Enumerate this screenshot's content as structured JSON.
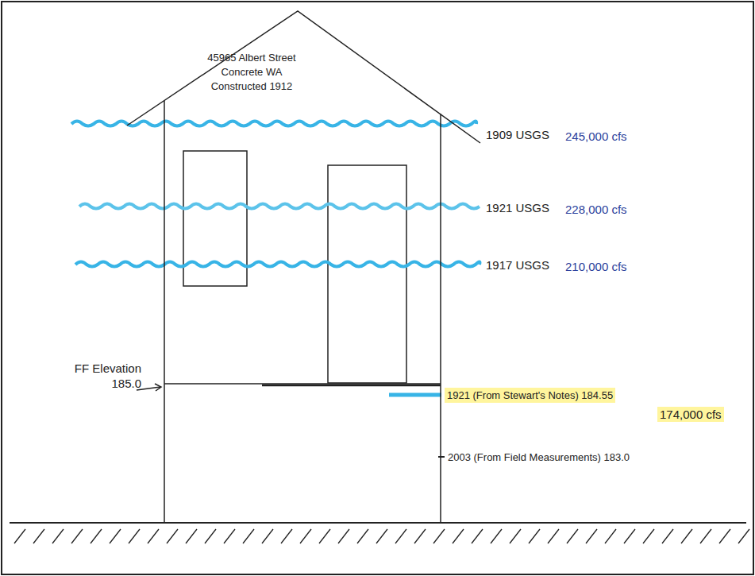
{
  "diagram": {
    "nodes": [
      {
        "text": [
          "45965 Albert Street Concrete WA Constructed 1912"
        ]
      }
    ],
    "labels": [
      "1909 USGS",
      "245,000 cfs",
      "1921 USGS",
      "228,000 cfs",
      "1917 USGS",
      "210,000 cfs",
      "FF Elevation 185.0",
      "1921 (From Stewart's Notes) 184.55",
      "174,000 cfs",
      "2003 (From Field Measurements) 183.0"
    ]
  }
}
